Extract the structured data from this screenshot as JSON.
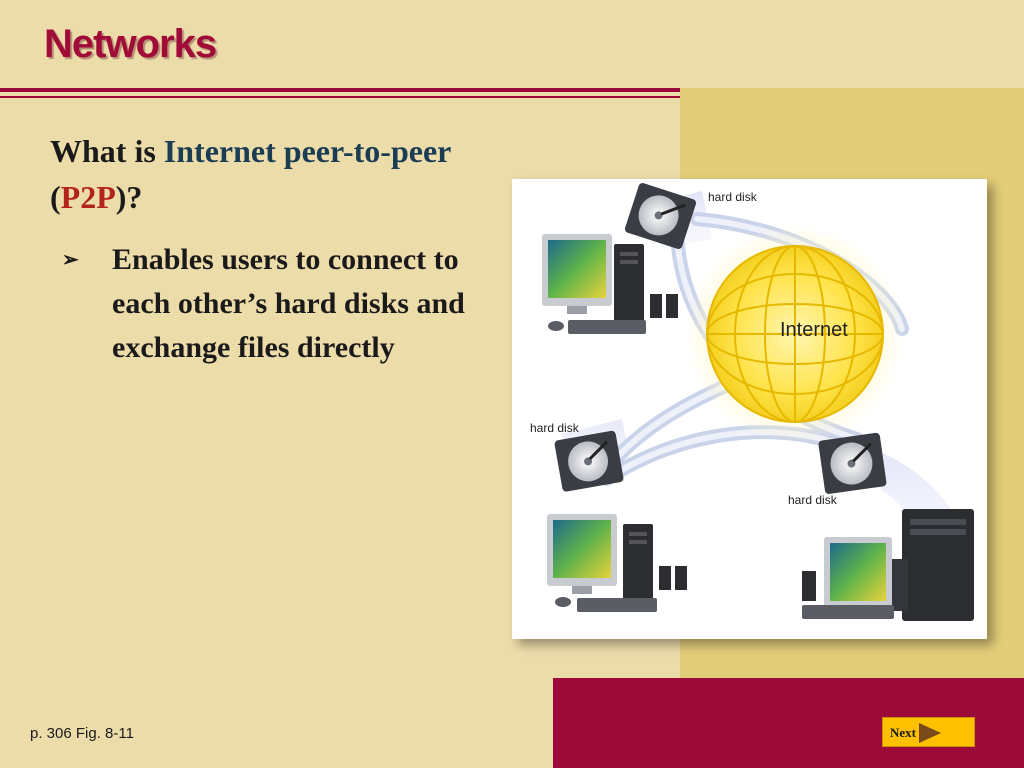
{
  "slide": {
    "title": "Networks",
    "question": {
      "prefix": "What is ",
      "term": "Internet peer-to-peer",
      "open_paren": "(",
      "abbr": "P2P",
      "close": ")?"
    },
    "bullets": [
      {
        "marker": "➢",
        "text": "Enables users to connect to each other’s hard disks and exchange files directly"
      }
    ]
  },
  "figure": {
    "hub_label": "Internet",
    "disk_labels": [
      "hard disk",
      "hard disk",
      "hard disk"
    ]
  },
  "footer": {
    "page_ref": "p. 306 Fig. 8-11",
    "next_label": "Next"
  },
  "colors": {
    "background": "#ecdcaa",
    "accent": "#9c0a3a",
    "title": "#a00b37",
    "term": "#1a3d54",
    "abbr": "#b3241e",
    "next_button": "#ffc000"
  }
}
